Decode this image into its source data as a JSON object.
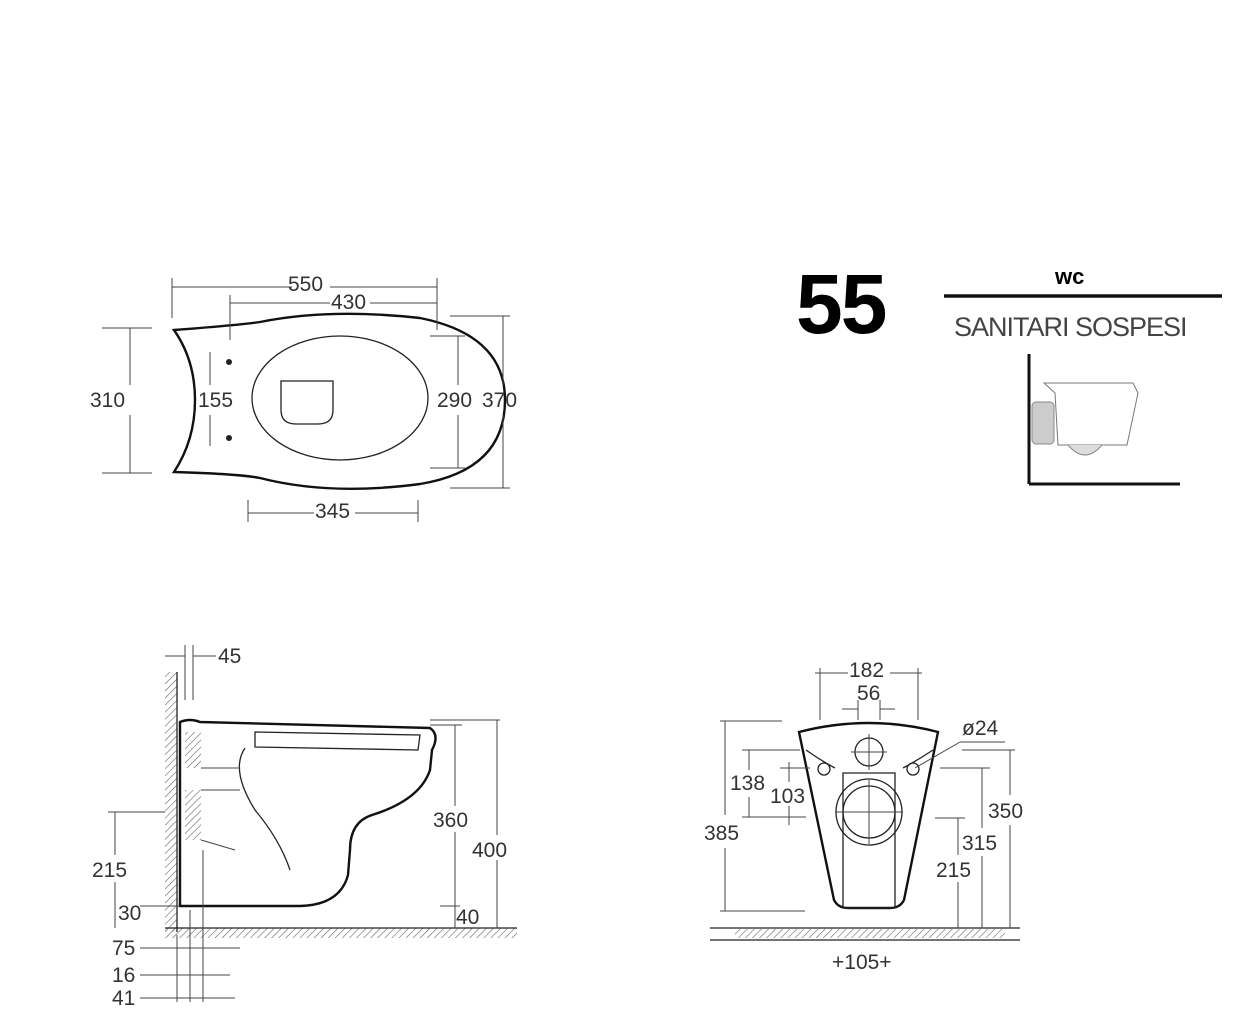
{
  "title": {
    "number": "55",
    "category": "wc",
    "subtitle": "SANITARI SOSPESI"
  },
  "top_view": {
    "width_550": "550",
    "width_430": "430",
    "height_310": "310",
    "fix_155": "155",
    "seat_290": "290",
    "height_370": "370",
    "bottom_345": "345"
  },
  "side_view": {
    "wall_45": "45",
    "h_360": "360",
    "h_400": "400",
    "h_215": "215",
    "h_30": "30",
    "h_40": "40",
    "d_75": "75",
    "d_16": "16",
    "d_41": "41"
  },
  "front_view": {
    "w_182": "182",
    "w_56": "56",
    "dia_24": "ø24",
    "h_138": "138",
    "h_103": "103",
    "h_385": "385",
    "h_350": "350",
    "h_315": "315",
    "h_215": "215",
    "w_105": "+105+"
  }
}
